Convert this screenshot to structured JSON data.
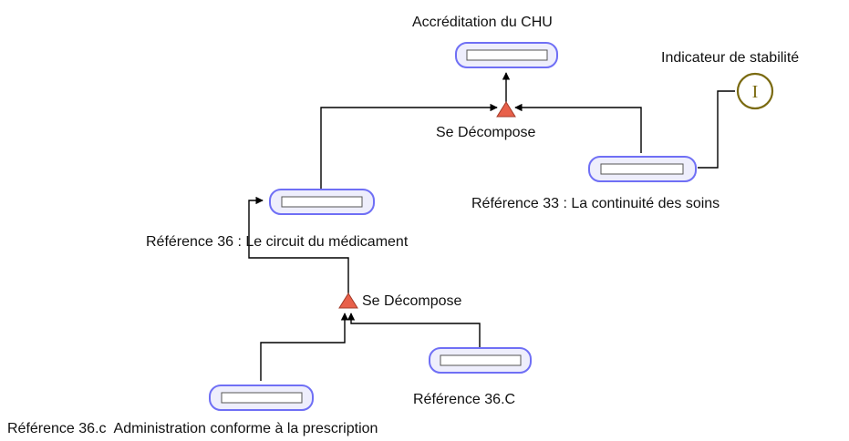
{
  "diagram": {
    "nodes": {
      "root": {
        "label": "Accréditation du CHU"
      },
      "ref36": {
        "label": "Référence 36 : Le circuit du médicament"
      },
      "ref33": {
        "label": "Référence 33 : La continuité des soins"
      },
      "ref36c_lower": {
        "label": "Référence 36.c  Administration conforme à la prescription"
      },
      "ref36C_upper": {
        "label": "Référence 36.C"
      }
    },
    "decompositions": {
      "top": {
        "label": "Se Décompose"
      },
      "bottom": {
        "label": "Se Décompose"
      }
    },
    "indicator": {
      "symbol": "I",
      "label": "Indicateur de stabilité"
    },
    "colors": {
      "node_border": "#6f6ff5",
      "node_fill": "#eeeefc",
      "inner_bar_border": "#555555",
      "triangle_fill": "#e8604a",
      "triangle_border": "#a33a28",
      "indicator_color": "#7a6a10",
      "line_color": "#000000"
    }
  }
}
